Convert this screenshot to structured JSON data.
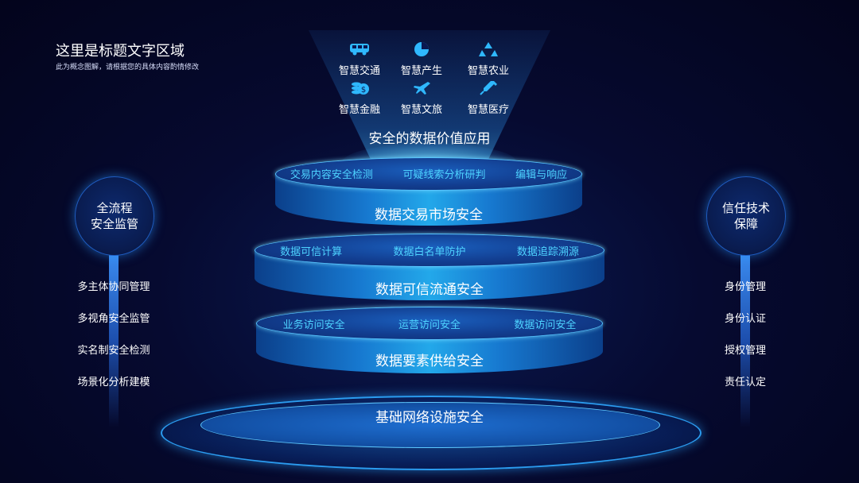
{
  "header": {
    "title": "这里是标题文字区域",
    "subtitle": "此为概念图解，请根据您的具体内容酌情修改"
  },
  "apps": {
    "items": [
      {
        "label": "智慧交通",
        "icon": "bus-icon"
      },
      {
        "label": "智慧产生",
        "icon": "pie-chart-icon"
      },
      {
        "label": "智慧农业",
        "icon": "recycle-icon"
      },
      {
        "label": "智慧金融",
        "icon": "coins-icon"
      },
      {
        "label": "智慧文旅",
        "icon": "airplane-icon"
      },
      {
        "label": "智慧医疗",
        "icon": "syringe-icon"
      }
    ],
    "title": "安全的数据价值应用",
    "icon_color": "#2fb8ff"
  },
  "layers": [
    {
      "label": "数据交易市场安全",
      "items": [
        "交易内容安全检测",
        "可疑线索分析研判",
        "编辑与响应"
      ]
    },
    {
      "label": "数据可信流通安全",
      "items": [
        "数据可信计算",
        "数据白名单防护",
        "数据追踪溯源"
      ]
    },
    {
      "label": "数据要素供给安全",
      "items": [
        "业务访问安全",
        "运营访问安全",
        "数据访问安全"
      ]
    }
  ],
  "base": {
    "label": "基础网络设施安全"
  },
  "left_pillar": {
    "title_line1": "全流程",
    "title_line2": "安全监管",
    "items": [
      "多主体协同管理",
      "多视角安全监管",
      "实名制安全检测",
      "场景化分析建模"
    ]
  },
  "right_pillar": {
    "title_line1": "信任技术",
    "title_line2": "保障",
    "items": [
      "身份管理",
      "身份认证",
      "授权管理",
      "责任认定"
    ]
  },
  "colors": {
    "background": "#050a2e",
    "accent_cyan": "#4ed3ff",
    "disc_blue": "#1779d0"
  }
}
